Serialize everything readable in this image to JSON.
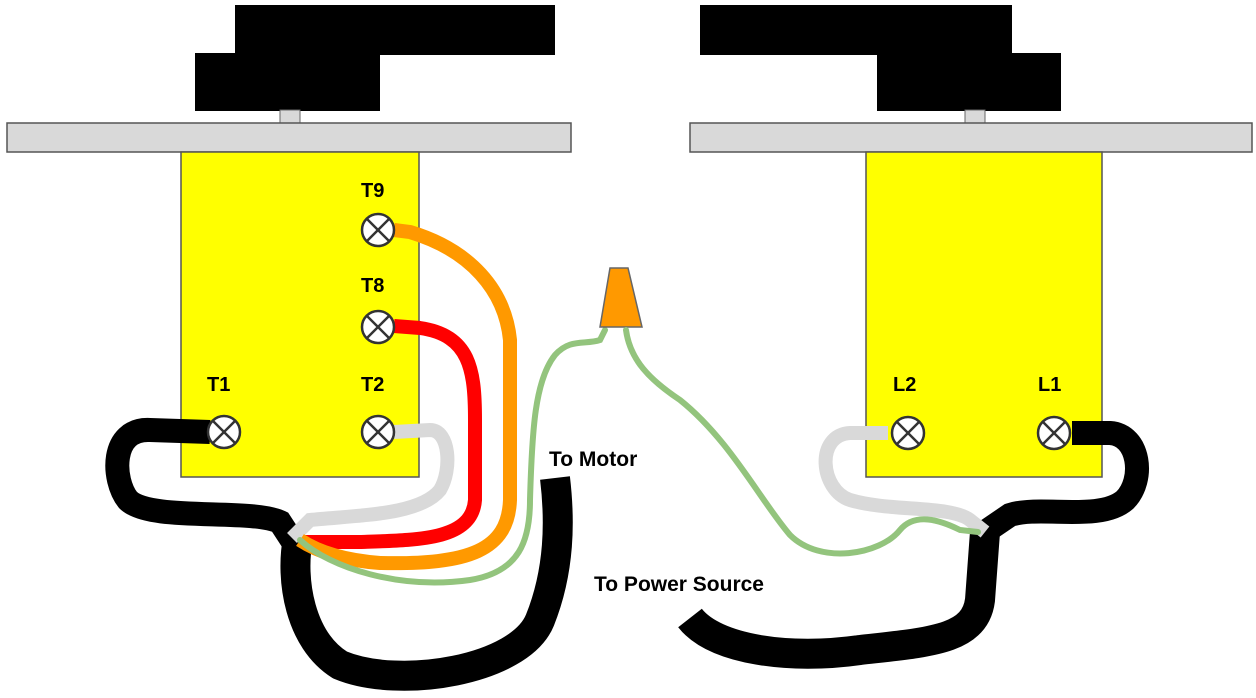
{
  "colors": {
    "switch_body": "#ffff00",
    "mount_plate": "#d9d9d9",
    "handle": "#000000",
    "wire_black": "#000000",
    "wire_white": "#d9d9d9",
    "wire_red": "#ff0000",
    "wire_orange": "#ff9900",
    "wire_green": "#93c47d",
    "wire_nut": "#ff9900"
  },
  "left_switch": {
    "terminals": {
      "t9": "T9",
      "t8": "T8",
      "t1": "T1",
      "t2": "T2"
    }
  },
  "right_switch": {
    "terminals": {
      "l2": "L2",
      "l1": "L1"
    }
  },
  "labels": {
    "to_motor": "To Motor",
    "to_power_source": "To Power Source"
  },
  "icons": {
    "terminal_screw": "terminal-screw-icon",
    "wire_nut": "wire-nut-icon"
  }
}
